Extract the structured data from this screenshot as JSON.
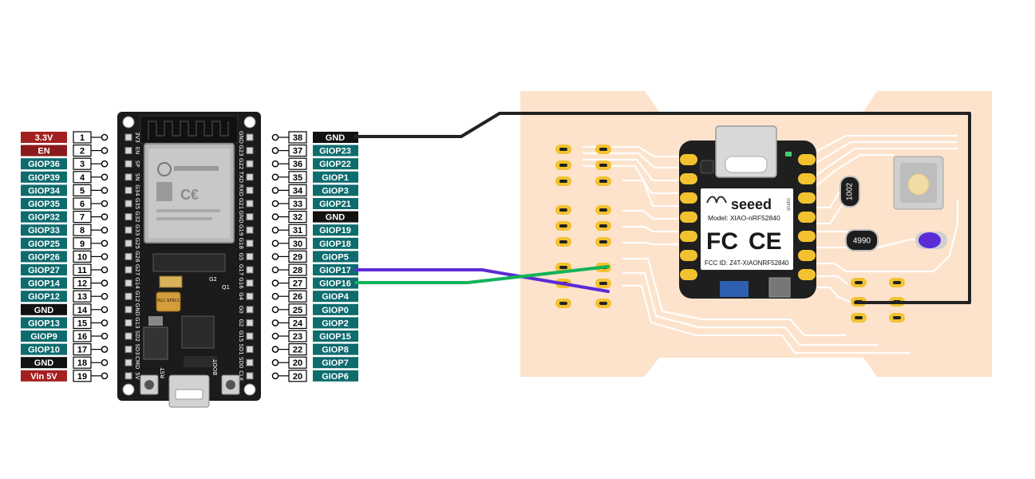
{
  "colors": {
    "label_teal": "#0e6b6e",
    "label_black": "#111111",
    "label_red": "#8b1a1a",
    "pcb_background": "#fde3cc",
    "pad_gold": "#f2c230",
    "wire_black": "#222222",
    "wire_purple": "#5b2bd6",
    "wire_green": "#10b35a",
    "board_black": "#1b1b1b",
    "xiao_body": "#222222"
  },
  "esp32": {
    "left_pins": [
      {
        "label": "3.3V",
        "num": "1",
        "style": "red"
      },
      {
        "label": "EN",
        "num": "2",
        "style": "darkred"
      },
      {
        "label": "GIOP36",
        "num": "3",
        "style": "teal"
      },
      {
        "label": "GIOP39",
        "num": "4",
        "style": "teal"
      },
      {
        "label": "GIOP34",
        "num": "5",
        "style": "teal"
      },
      {
        "label": "GIOP35",
        "num": "6",
        "style": "teal"
      },
      {
        "label": "GIOP32",
        "num": "7",
        "style": "teal"
      },
      {
        "label": "GIOP33",
        "num": "8",
        "style": "teal"
      },
      {
        "label": "GIOP25",
        "num": "9",
        "style": "teal"
      },
      {
        "label": "GIOP26",
        "num": "10",
        "style": "teal"
      },
      {
        "label": "GIOP27",
        "num": "11",
        "style": "teal"
      },
      {
        "label": "GIOP14",
        "num": "12",
        "style": "teal"
      },
      {
        "label": "GIOP12",
        "num": "13",
        "style": "teal"
      },
      {
        "label": "GND",
        "num": "14",
        "style": "black"
      },
      {
        "label": "GIOP13",
        "num": "15",
        "style": "teal"
      },
      {
        "label": "GIOP9",
        "num": "16",
        "style": "teal"
      },
      {
        "label": "GIOP10",
        "num": "17",
        "style": "teal"
      },
      {
        "label": "GND",
        "num": "18",
        "style": "black"
      },
      {
        "label": "Vin 5V",
        "num": "19",
        "style": "red"
      }
    ],
    "right_pins": [
      {
        "label": "GND",
        "num": "38",
        "style": "black"
      },
      {
        "label": "GIOP23",
        "num": "37",
        "style": "teal"
      },
      {
        "label": "GIOP22",
        "num": "36",
        "style": "teal"
      },
      {
        "label": "GIOP1",
        "num": "35",
        "style": "teal"
      },
      {
        "label": "GIOP3",
        "num": "34",
        "style": "teal"
      },
      {
        "label": "GIOP21",
        "num": "33",
        "style": "teal"
      },
      {
        "label": "GND",
        "num": "32",
        "style": "black"
      },
      {
        "label": "GIOP19",
        "num": "31",
        "style": "teal"
      },
      {
        "label": "GIOP18",
        "num": "30",
        "style": "teal"
      },
      {
        "label": "GIOP5",
        "num": "29",
        "style": "teal"
      },
      {
        "label": "GIOP17",
        "num": "28",
        "style": "teal"
      },
      {
        "label": "GIOP16",
        "num": "27",
        "style": "teal"
      },
      {
        "label": "GIOP4",
        "num": "26",
        "style": "teal"
      },
      {
        "label": "GIOP0",
        "num": "25",
        "style": "teal"
      },
      {
        "label": "GIOP2",
        "num": "24",
        "style": "teal"
      },
      {
        "label": "GIOP15",
        "num": "23",
        "style": "teal"
      },
      {
        "label": "GIOP8",
        "num": "22",
        "style": "teal"
      },
      {
        "label": "GIOP7",
        "num": "20",
        "style": "teal"
      },
      {
        "label": "GIOP6",
        "num": "20",
        "style": "teal"
      }
    ],
    "board_left_silk": [
      "3V3",
      "EN",
      "SP",
      "SN",
      "G34",
      "G35",
      "G32",
      "G33",
      "G25",
      "G26",
      "G27",
      "G14",
      "G12",
      "GND",
      "G13",
      "SD2",
      "SD3",
      "CMD",
      "5V"
    ],
    "board_right_silk": [
      "GND",
      "G23",
      "G22",
      "TXD",
      "RXD",
      "G21",
      "GND",
      "G19",
      "G18",
      "G5",
      "G17",
      "G16",
      "G4",
      "G0",
      "G2",
      "G15",
      "SD1",
      "SD0",
      "CLK"
    ],
    "board_text": {
      "rst": "RST",
      "boot": "BOOT",
      "reg": "ISLC 6F6C1",
      "g2": "G2",
      "q1": "Q1"
    }
  },
  "xiao": {
    "brand": "seeed",
    "brand_sub": "studio",
    "model": "Model: XIAO-nRF52840",
    "fcc_mark": "FC",
    "ce_mark": "CE",
    "fcc_id": "FCC ID: Z4T-XIAONRF52840"
  },
  "pcb": {
    "resistor_1": "1002",
    "resistor_2": "4990"
  }
}
